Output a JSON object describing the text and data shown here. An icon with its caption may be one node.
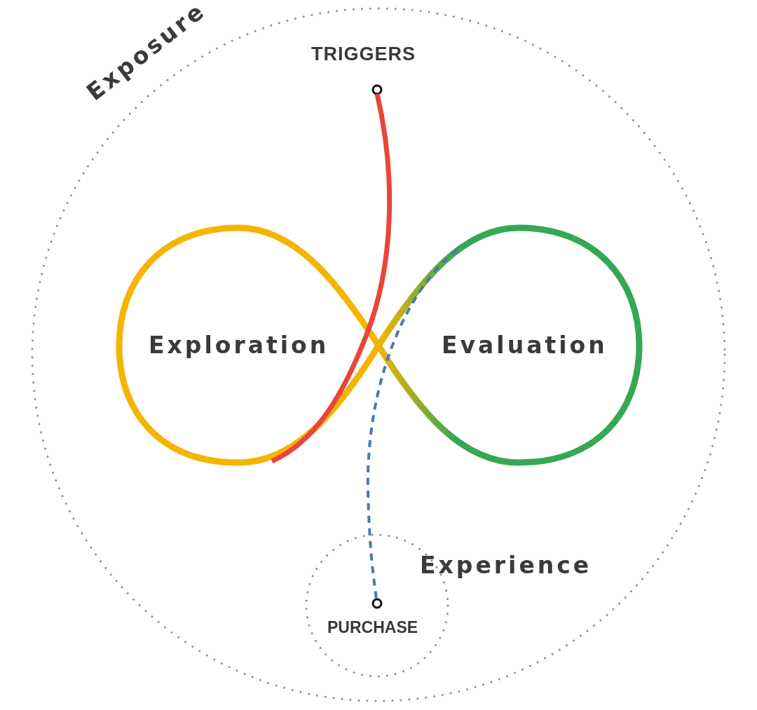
{
  "diagram": {
    "nodes": [
      {
        "text": [
          "Exposure"
        ]
      },
      {
        "text": [
          "TRIGGERS"
        ],
        "in": 0
      },
      {
        "text": [
          "Exploration"
        ],
        "in": 0
      },
      {
        "text": [
          "Evaluation"
        ],
        "in": 0
      },
      {
        "text": [
          "Experience"
        ],
        "in": 0
      },
      {
        "text": [
          "PURCHASE"
        ],
        "in": 4
      }
    ],
    "edges": [
      {
        "from": 1,
        "to": 2,
        "arrow": "none",
        "color": "#e8453c"
      },
      {
        "from": 3,
        "to": 5,
        "arrow": "none",
        "style": "dashed",
        "color": "#4a78b5"
      }
    ]
  }
}
